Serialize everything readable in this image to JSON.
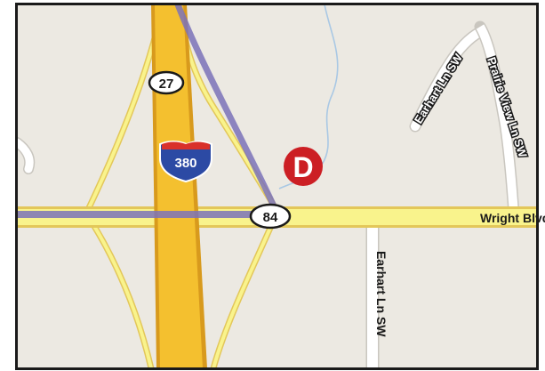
{
  "map": {
    "colors": {
      "land": "#ece9e2",
      "border": "#1a1a1a",
      "road_fill": "#f9f38c",
      "road_edge": "#e3c75a",
      "highway_fill": "#f4c02f",
      "highway_edge": "#d89a1d",
      "local_road": "#ffffff",
      "local_edge": "#c9c6bf",
      "route_line": "#7b72b8",
      "stream": "#a9c8e4",
      "marker": "#cc1f24"
    },
    "shields": {
      "state_27": "27",
      "state_84": "84",
      "interstate_380": "380"
    },
    "marker": {
      "label": "D"
    },
    "streets": {
      "wright": "Wright Blvd SW",
      "earhart_vertical": "Earhart Ln SW",
      "earhart_curve": "Earhart Ln SW",
      "prairie_view": "Prairie View Ln SW"
    }
  }
}
